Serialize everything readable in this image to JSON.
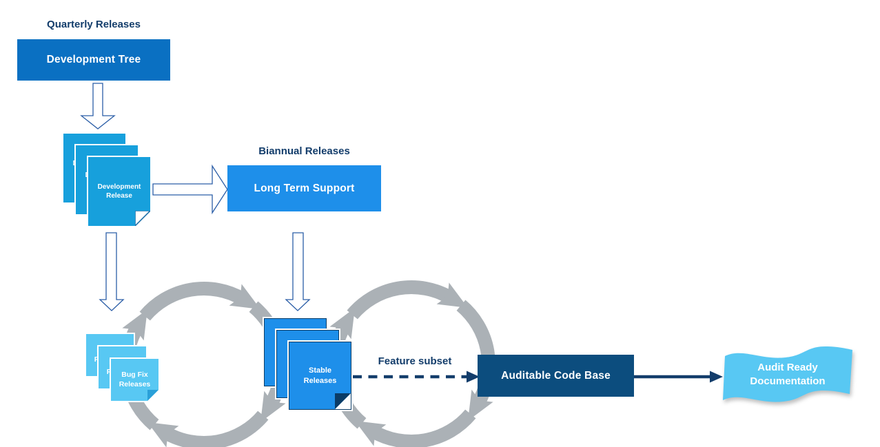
{
  "diagram": {
    "labels": {
      "quarterly_releases": "Quarterly Releases",
      "biannual_releases": "Biannual Releases",
      "feature_subset": "Feature subset"
    },
    "nodes": {
      "development_tree": {
        "label": "Development Tree",
        "color": "#0A70C2"
      },
      "long_term_support": {
        "label": "Long Term Support",
        "color": "#1E8FEA"
      },
      "development_release": {
        "label": "Development Release",
        "color": "#17A0DC"
      },
      "bug_fix_releases": {
        "label": "Bug Fix Releases",
        "color": "#58C8F3"
      },
      "stable_releases": {
        "label": "Stable Releases",
        "color": "#1E8FEA"
      },
      "auditable_code_base": {
        "label": "Auditable Code Base",
        "color": "#0C4D7E"
      },
      "audit_ready_documentation": {
        "label": "Audit Ready Documentation",
        "color": "#58C8F3"
      }
    },
    "colors": {
      "navy_text": "#133D6B",
      "cycle_gray": "#ABB1B6",
      "arrow_outline": "#2B5EA7",
      "stable_border": "#0B3C66",
      "background": "#FFFFFF"
    }
  }
}
